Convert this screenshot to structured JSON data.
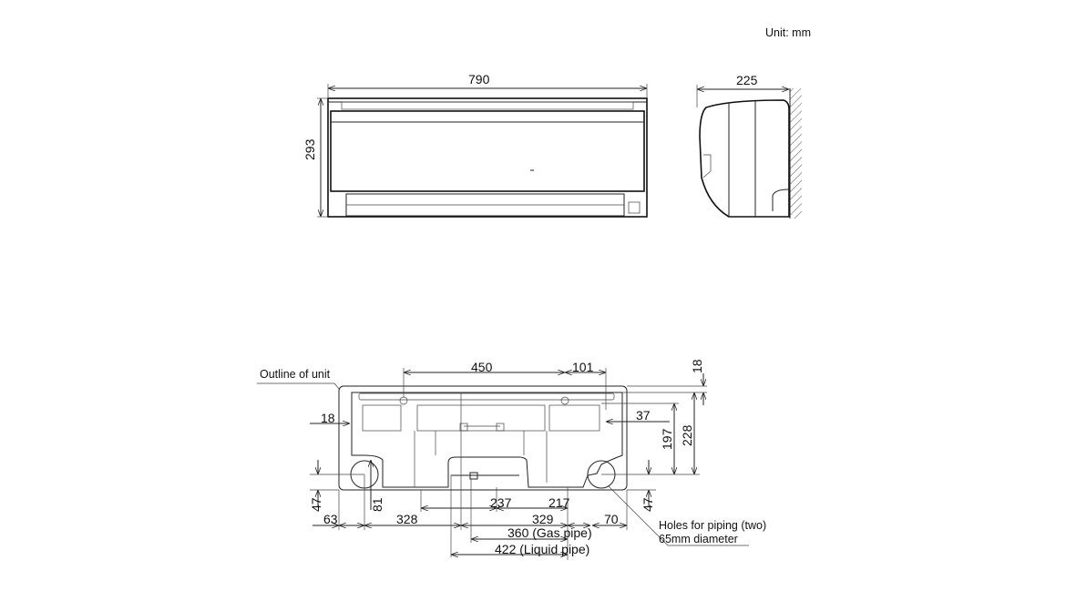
{
  "unit_label": "Unit: mm",
  "front_view": {
    "width": "790",
    "height": "293"
  },
  "side_view": {
    "depth": "225"
  },
  "installation_plate": {
    "outline_label": "Outline of unit",
    "dims": {
      "d450": "450",
      "d101": "101",
      "d18_top": "18",
      "d18_left": "18",
      "d37": "37",
      "d197": "197",
      "d228": "228",
      "d47_left": "47",
      "d81": "81",
      "d63": "63",
      "d328": "328",
      "d237": "237",
      "d217": "217",
      "d329": "329",
      "d70": "70",
      "d47_right": "47",
      "gas": "360 (Gas pipe)",
      "liquid": "422 (Liquid pipe)"
    },
    "holes_label_1": "Holes for piping (two)",
    "holes_label_2": "65mm diameter"
  }
}
